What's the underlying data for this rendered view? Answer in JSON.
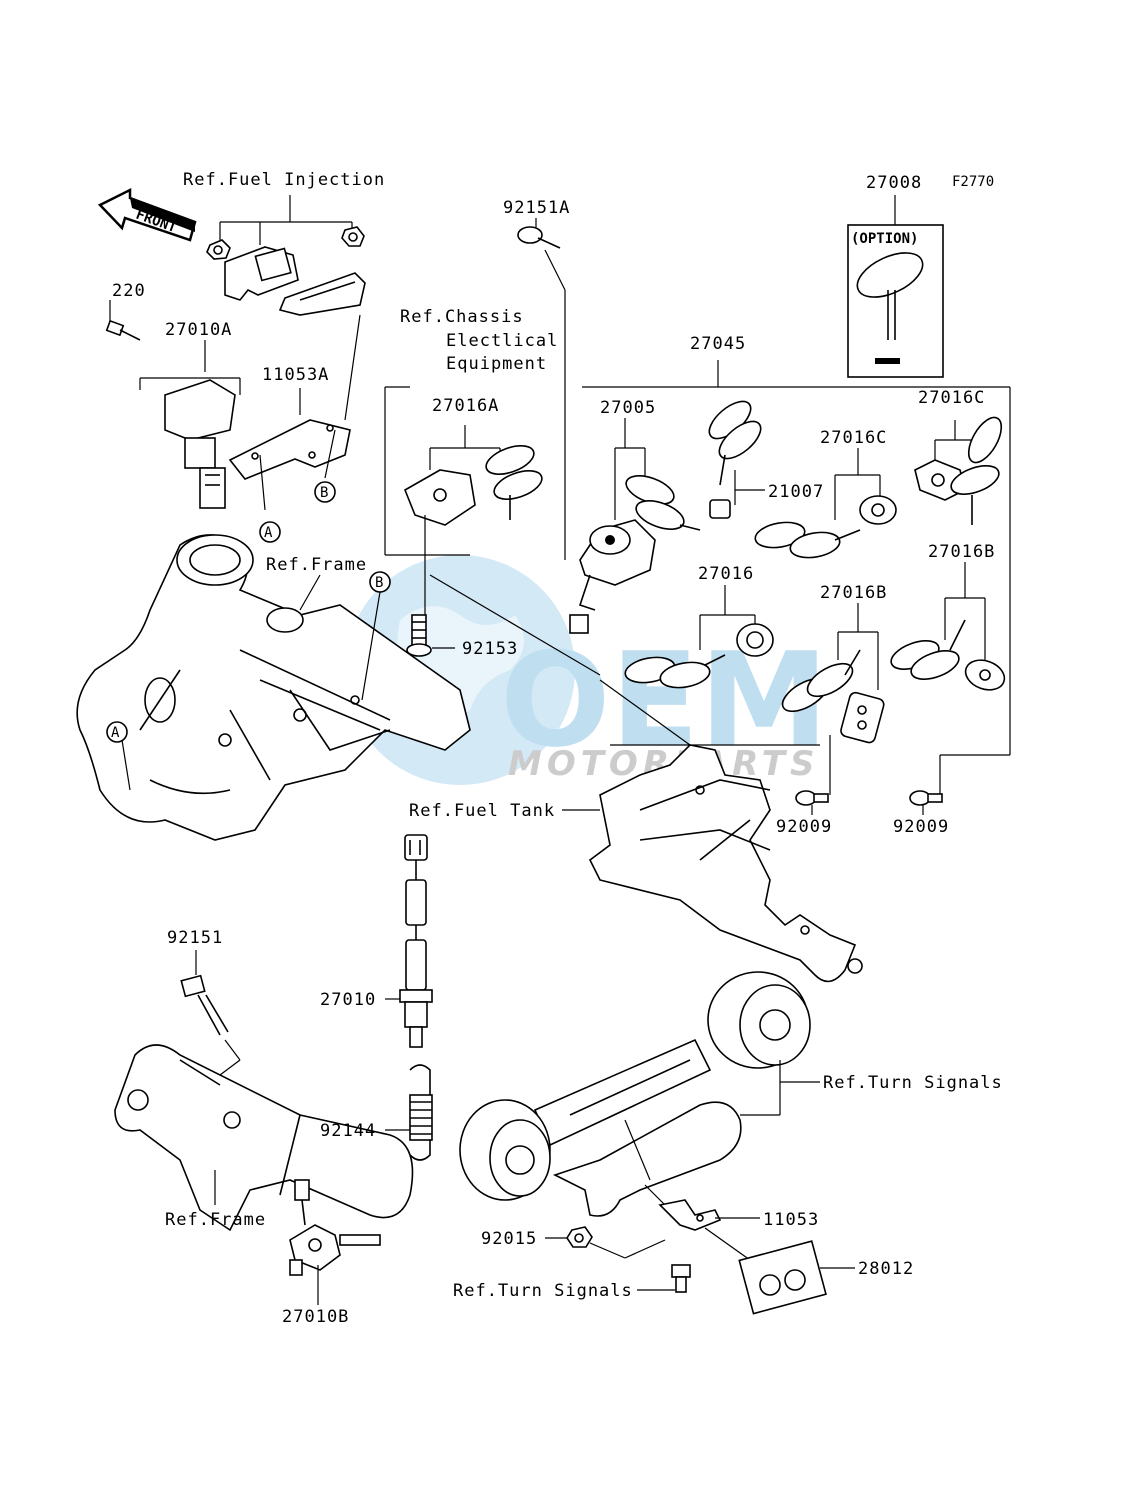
{
  "figure_code": "F2770",
  "front_arrow_text": "FRONT",
  "watermark": {
    "logo_text": "OEM",
    "sub_text": "MOTORPARTS",
    "color": "#b9dcf0"
  },
  "callouts": {
    "ref_fuel_injection": "Ref.Fuel Injection",
    "p220": "220",
    "p27010A": "27010A",
    "p11053A": "11053A",
    "ref_chassis_1": "Ref.Chassis",
    "ref_chassis_2": "Electlical",
    "ref_chassis_3": "Equipment",
    "p92151A": "92151A",
    "p27008": "27008",
    "option": "(OPTION)",
    "p27045": "27045",
    "p27016A": "27016A",
    "p27005": "27005",
    "p27016C_a": "27016C",
    "p27016C_b": "27016C",
    "p21007": "21007",
    "ref_frame_1": "Ref.Frame",
    "p92153": "92153",
    "p27016": "27016",
    "p27016B_a": "27016B",
    "p27016B_b": "27016B",
    "ref_fuel_tank": "Ref.Fuel Tank",
    "p92009_a": "92009",
    "p92009_b": "92009",
    "p92151": "92151",
    "p27010": "27010",
    "p92144": "92144",
    "ref_turn_signals_1": "Ref.Turn Signals",
    "ref_frame_2": "Ref.Frame",
    "p11053": "11053",
    "p92015": "92015",
    "p28012": "28012",
    "ref_turn_signals_2": "Ref.Turn Signals",
    "p27010B": "27010B",
    "marker_a_1": "A",
    "marker_a_2": "A",
    "marker_b_1": "B",
    "marker_b_2": "B"
  }
}
